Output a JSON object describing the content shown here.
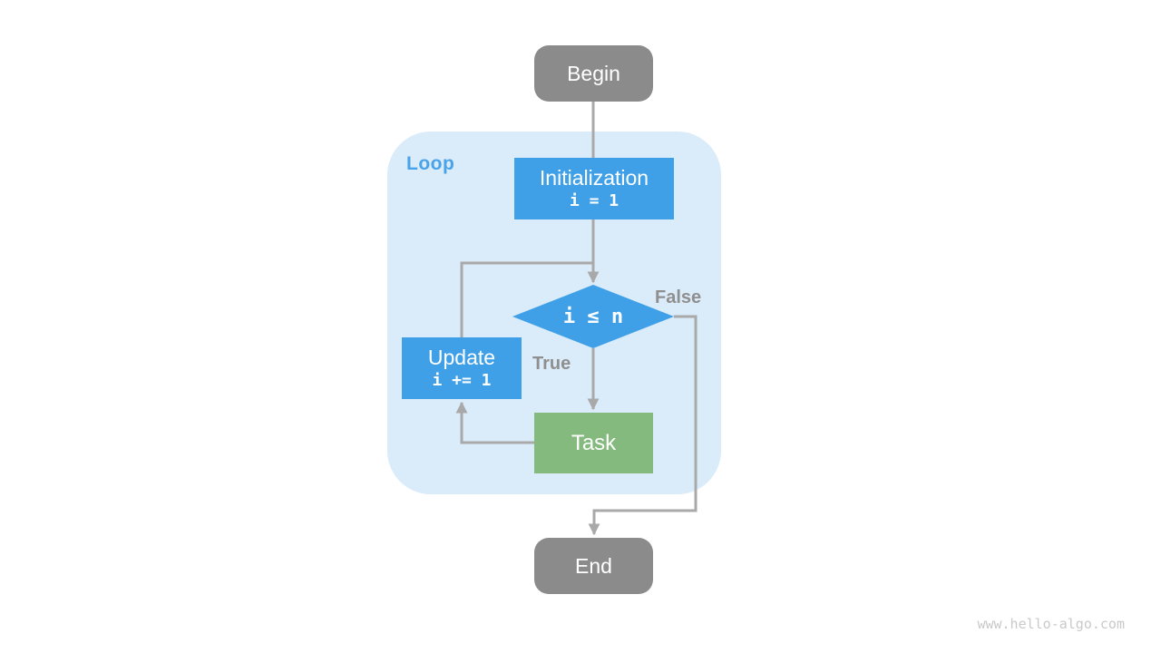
{
  "diagram": {
    "nodes": {
      "begin": {
        "label": "Begin"
      },
      "initialization": {
        "label": "Initialization",
        "code": "i = 1"
      },
      "condition": {
        "code": "i ≤ n"
      },
      "update": {
        "label": "Update",
        "code": "i += 1"
      },
      "task": {
        "label": "Task"
      },
      "end": {
        "label": "End"
      }
    },
    "labels": {
      "loop": "Loop",
      "true_branch": "True",
      "false_branch": "False"
    },
    "watermark": "www.hello-algo.com"
  },
  "colors": {
    "node-gray": "#8B8B8B",
    "node-blue": "#3FA0E8",
    "node-green": "#84BA7D",
    "loop-bg": "#DAEBFA",
    "loop-label": "#4AA3E9",
    "line": "#A9A9A9",
    "branch-label": "#8F8F8F",
    "watermark": "#C9C9C9",
    "text-light": "#FFFFFF"
  }
}
